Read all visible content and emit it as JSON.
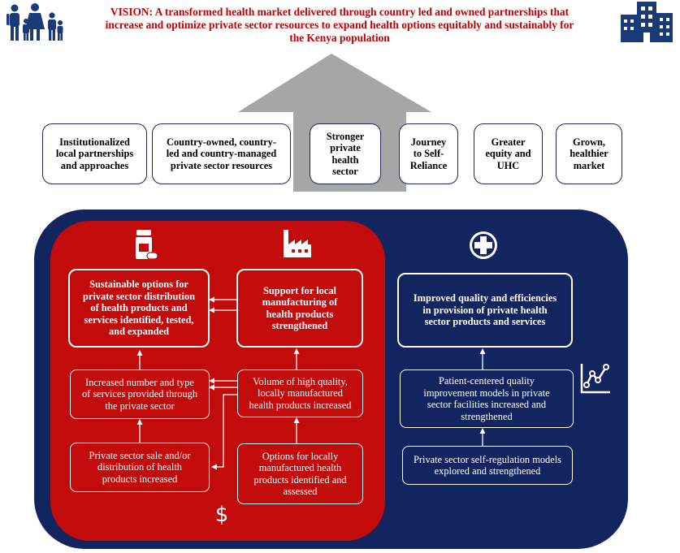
{
  "vision": {
    "line1": "VISION: A transformed health market delivered through country led and owned partnerships that",
    "line2": "increase and optimize private sector resources to expand health options equitably and sustainably for",
    "line3": "the Kenya population"
  },
  "icons": {
    "family": "family-icon",
    "buildings": "buildings-icon",
    "medicine": "medicine-bottle-icon",
    "factory": "factory-icon",
    "health_cross": "medical-cross-icon",
    "chart": "line-chart-icon",
    "dollar": "dollar-icon",
    "dollar_glyph": "$"
  },
  "outcomes": [
    {
      "line1": "Institutionalized",
      "line2": "local partnerships",
      "line3": "and approaches"
    },
    {
      "line1": "Country-owned, country-",
      "line2": "led and country-managed",
      "line3": "private sector resources"
    },
    {
      "line1": "Stronger",
      "line2": "private",
      "line3": "health",
      "line4": "sector"
    },
    {
      "line1": "Journey",
      "line2": "to Self-",
      "line3": "Reliance"
    },
    {
      "line1": "Greater",
      "line2": "equity and",
      "line3": "UHC"
    },
    {
      "line1": "Grown,",
      "line2": "healthier",
      "line3": "market"
    }
  ],
  "results": {
    "distribution": {
      "line1": "Sustainable options for",
      "line2": "private sector distribution",
      "line3": "of health products and",
      "line4": "services identified, tested,",
      "line5": "and expanded"
    },
    "manufacturing": {
      "line1": "Support for local",
      "line2": "manufacturing of",
      "line3": "health products",
      "line4": "strengthened"
    },
    "quality": {
      "line1": "Improved quality and efficiencies",
      "line2": "in provision of private health",
      "line3": "sector products and services"
    }
  },
  "sub_results": {
    "services": {
      "line1": "Increased number and type",
      "line2": "of services provided through",
      "line3": "the private sector"
    },
    "volume": {
      "line1": "Volume of high quality,",
      "line2": "locally manufactured",
      "line3": "health products increased"
    },
    "patient": {
      "line1": "Patient-centered quality",
      "line2": "improvement models in private",
      "line3": "sector facilities increased and",
      "line4": "strengthened"
    },
    "sale": {
      "line1": "Private sector sale and/or",
      "line2": "distribution of health",
      "line3": "products increased"
    },
    "options": {
      "line1": "Options for locally",
      "line2": "manufactured health",
      "line3": "products identified and",
      "line4": "assessed"
    },
    "self_regulation": {
      "line1": "Private sector self-regulation models",
      "line2": "explored and strengthened"
    }
  },
  "colors": {
    "vision_red": "#c00000",
    "navy": "#13255f",
    "red": "#c20b0b",
    "arrow_gray": "#a6a6a6",
    "white": "#ffffff"
  }
}
